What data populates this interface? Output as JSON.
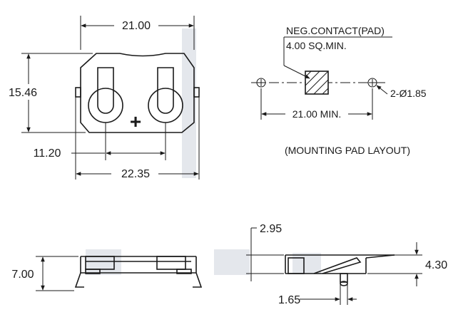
{
  "top_view": {
    "width_dim": "21.00",
    "height_dim": "15.46",
    "pitch_dim": "11.20",
    "overall_dim": "22.35",
    "plus_sign": "+"
  },
  "pad_layout": {
    "callout_line1": "NEG.CONTACT(PAD)",
    "callout_line2": "4.00 SQ.MIN.",
    "hole_dim": "2-Ø1.85",
    "spacing_dim": "21.00 MIN.",
    "title": "(MOUNTING PAD LAYOUT)"
  },
  "side_view": {
    "height_dim": "7.00"
  },
  "end_view": {
    "top_dim": "2.95",
    "height_dim": "4.30",
    "lead_dim": "1.65"
  }
}
